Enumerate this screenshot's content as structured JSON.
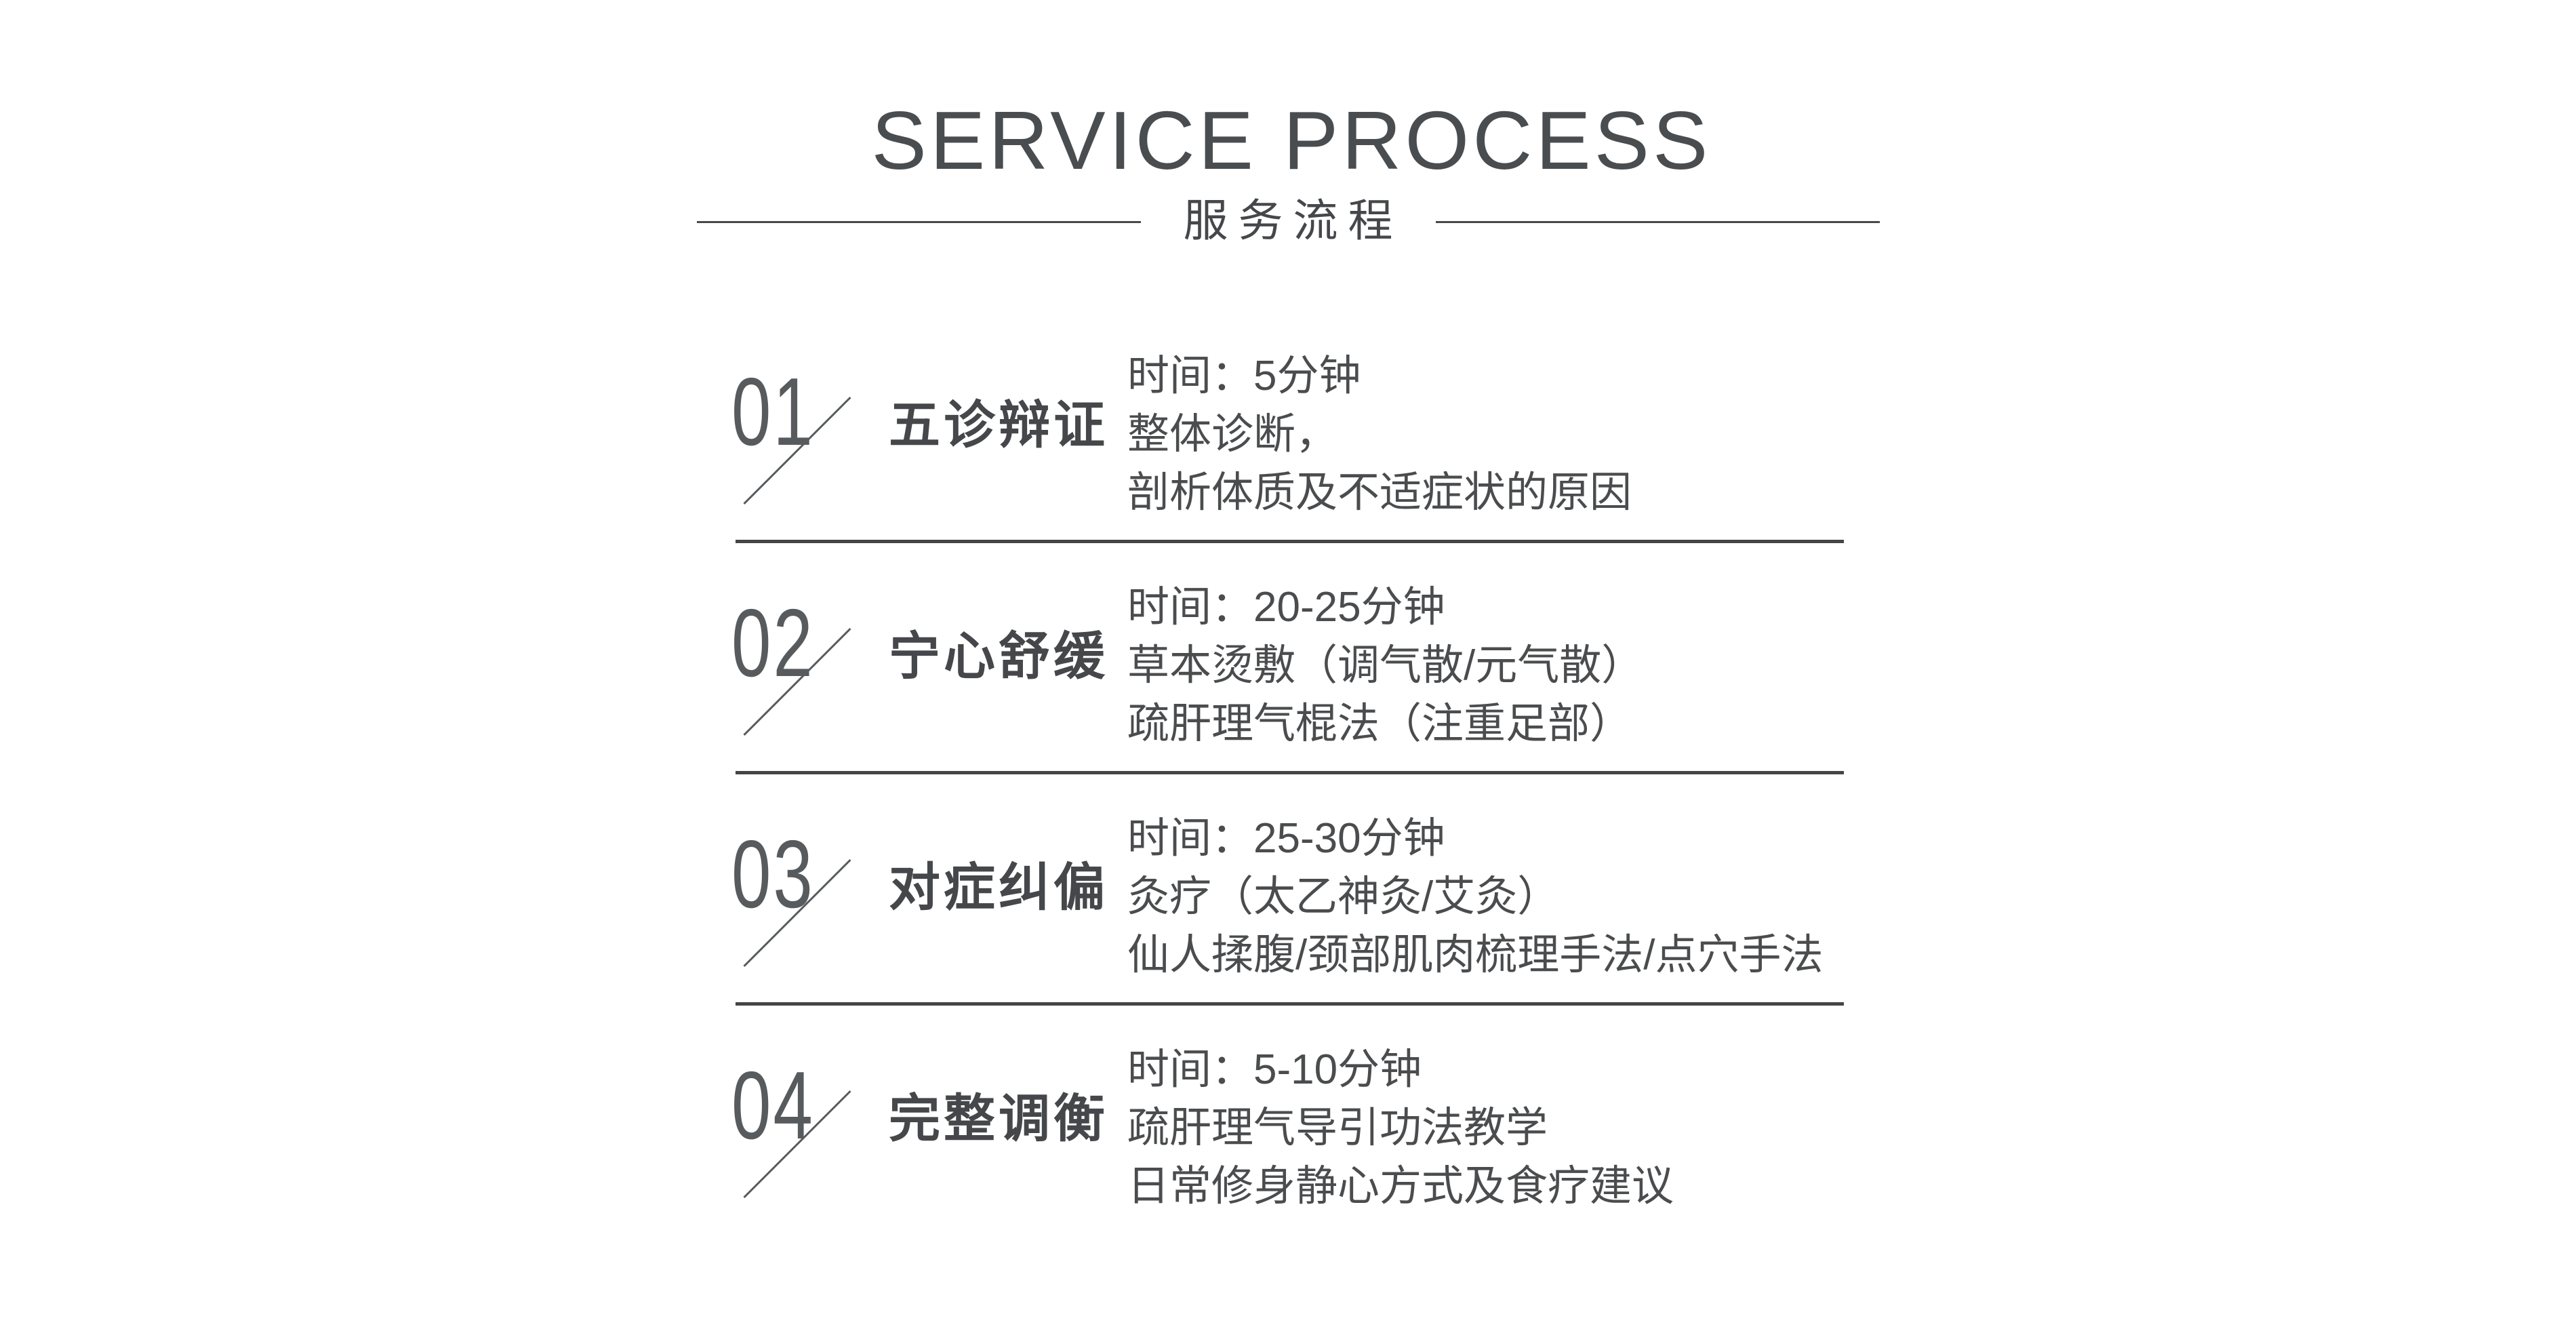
{
  "header": {
    "title": "SERVICE PROCESS",
    "subtitle": "服务流程"
  },
  "steps": [
    {
      "number": "01",
      "title": "五诊辩证",
      "lines": [
        "时间：5分钟",
        "整体诊断，",
        "剖析体质及不适症状的原因"
      ]
    },
    {
      "number": "02",
      "title": "宁心舒缓",
      "lines": [
        "时间：20-25分钟",
        "草本烫敷（调气散/元气散）",
        "疏肝理气棍法（注重足部）"
      ]
    },
    {
      "number": "03",
      "title": "对症纠偏",
      "lines": [
        "时间：25-30分钟",
        "灸疗（太乙神灸/艾灸）",
        "仙人揉腹/颈部肌肉梳理手法/点穴手法"
      ]
    },
    {
      "number": "04",
      "title": "完整调衡",
      "lines": [
        "时间：5-10分钟",
        "疏肝理气导引功法教学",
        "日常修身静心方式及食疗建议"
      ]
    }
  ],
  "colors": {
    "heading": "#4a4d50",
    "subtitle": "#45474a",
    "body_text": "#4a4c4e",
    "rule_line": "#434547"
  }
}
